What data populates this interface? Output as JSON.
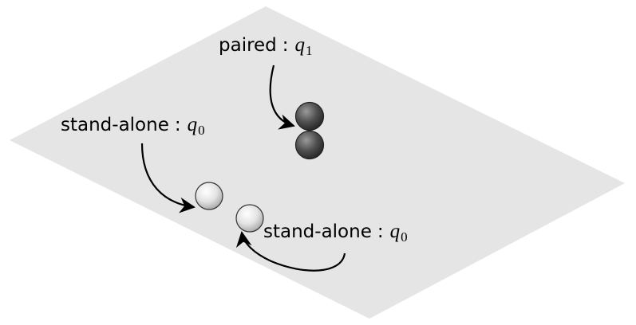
{
  "labels": {
    "paired": {
      "text": "paired",
      "sep": ":",
      "state_var": "q",
      "state_index": "1"
    },
    "standalone_left": {
      "text": "stand-alone",
      "sep": ":",
      "state_var": "q",
      "state_index": "0"
    },
    "standalone_right": {
      "text": "stand-alone",
      "sep": ":",
      "state_var": "q",
      "state_index": "0"
    }
  },
  "colors": {
    "plane": "#e5e5e5",
    "paired_agent": "#4a4a4a",
    "standalone_agent": "#e6e6e6",
    "arrow": "#000000"
  }
}
